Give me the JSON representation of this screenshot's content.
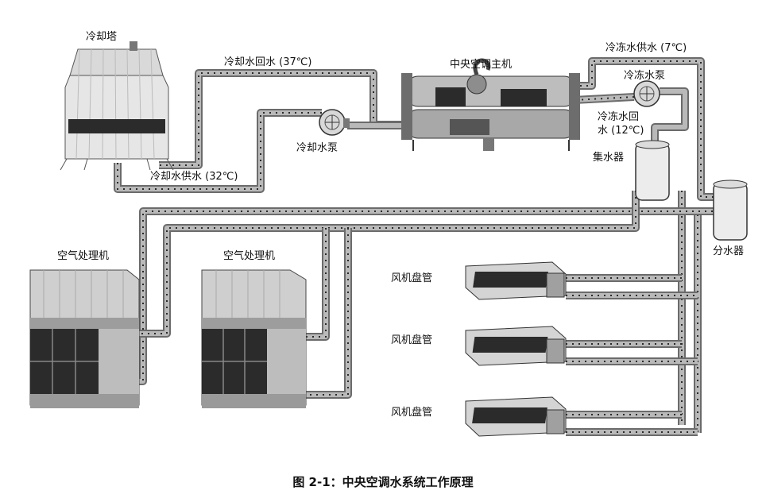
{
  "labels": {
    "cooling_tower": "冷却塔",
    "cooling_return": "冷却水回水 (37℃)",
    "main_unit": "中央空调主机",
    "chilled_supply": "冷冻水供水 (7℃)",
    "chilled_pump": "冷冻水泵",
    "chilled_return_line1": "冷冻水回",
    "chilled_return_line2": "水 (12℃)",
    "cooling_pump": "冷却水泵",
    "collector": "集水器",
    "cooling_supply": "冷却水供水 (32℃)",
    "distributor": "分水器",
    "ahu_left": "空气处理机",
    "ahu_right": "空气处理机",
    "fcu_1": "风机盘管",
    "fcu_2": "风机盘管",
    "fcu_3": "风机盘管"
  },
  "caption": "图 2-1：中央空调水系统工作原理",
  "colors": {
    "pipe": "#6b6b6b",
    "panel": "#2b2b2b",
    "housing": "#cfcfcf"
  }
}
